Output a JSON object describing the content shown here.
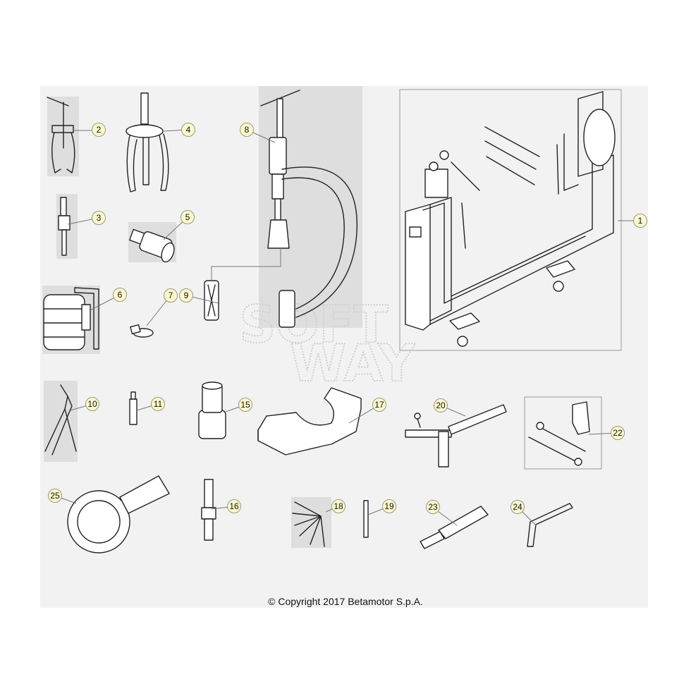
{
  "callouts": [
    "1",
    "2",
    "3",
    "4",
    "5",
    "6",
    "7",
    "8",
    "9",
    "10",
    "11",
    "15",
    "16",
    "17",
    "18",
    "19",
    "20",
    "22",
    "23",
    "24",
    "25"
  ],
  "watermark": {
    "line1": "SOFT",
    "line2": "WAY"
  },
  "copyright": "© Copyright 2017 Betamotor S.p.A."
}
